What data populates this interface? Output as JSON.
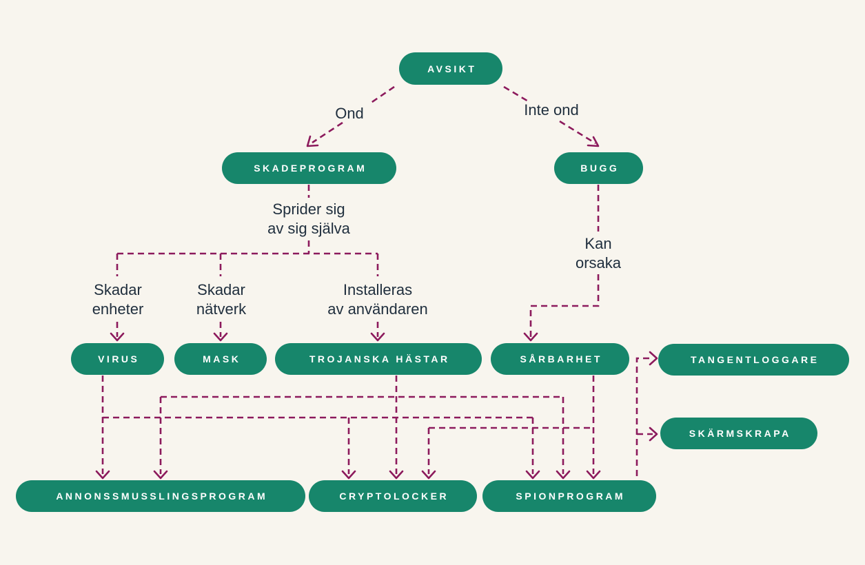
{
  "colors": {
    "background": "#F8F5EE",
    "node_fill": "#17866B",
    "node_text": "#FFFFFF",
    "edge": "#8C1A5C",
    "edge_label_text": "#1F2E3D"
  },
  "nodes": {
    "avsikt": {
      "label": "AVSIKT"
    },
    "skadeprogram": {
      "label": "SKADEPROGRAM"
    },
    "bugg": {
      "label": "BUGG"
    },
    "virus": {
      "label": "VIRUS"
    },
    "mask": {
      "label": "MASK"
    },
    "trojanska_hastar": {
      "label": "TROJANSKA HÄSTAR"
    },
    "sarbarhet": {
      "label": "SÅRBARHET"
    },
    "tangentloggare": {
      "label": "TANGENTLOGGARE"
    },
    "skarmskrapa": {
      "label": "SKÄRMSKRAPA"
    },
    "annonssmusslingsprogram": {
      "label": "ANNONSSMUSSLINGSPROGRAM"
    },
    "cryptolocker": {
      "label": "CRYPTOLOCKER"
    },
    "spionprogram": {
      "label": "SPIONPROGRAM"
    }
  },
  "edge_labels": {
    "ond": "Ond",
    "inte_ond": "Inte ond",
    "sprider_line1": "Sprider sig",
    "sprider_line2": "av sig själva",
    "skadar_enheter_line1": "Skadar",
    "skadar_enheter_line2": "enheter",
    "skadar_natverk_line1": "Skadar",
    "skadar_natverk_line2": "nätverk",
    "installeras_line1": "Installeras",
    "installeras_line2": "av användaren",
    "kan_orsaka_line1": "Kan",
    "kan_orsaka_line2": "orsaka"
  },
  "edges": [
    {
      "from": "AVSIKT",
      "to": "SKADEPROGRAM",
      "label": "Ond"
    },
    {
      "from": "AVSIKT",
      "to": "BUGG",
      "label": "Inte ond"
    },
    {
      "from": "SKADEPROGRAM",
      "to": "VIRUS",
      "labels": [
        "Sprider sig av sig själva",
        "Skadar enheter"
      ]
    },
    {
      "from": "SKADEPROGRAM",
      "to": "MASK",
      "labels": [
        "Sprider sig av sig själva",
        "Skadar nätverk"
      ]
    },
    {
      "from": "SKADEPROGRAM",
      "to": "TROJANSKA HÄSTAR",
      "labels": [
        "Sprider sig av sig själva",
        "Installeras av användaren"
      ]
    },
    {
      "from": "BUGG",
      "to": "SÅRBARHET",
      "label": "Kan orsaka"
    },
    {
      "from": "VIRUS",
      "to": "ANNONSSMUSSLINGSPROGRAM"
    },
    {
      "from": "VIRUS",
      "to": "CRYPTOLOCKER"
    },
    {
      "from": "VIRUS",
      "to": "SPIONPROGRAM"
    },
    {
      "from": "TROJANSKA HÄSTAR",
      "to": "ANNONSSMUSSLINGSPROGRAM"
    },
    {
      "from": "TROJANSKA HÄSTAR",
      "to": "CRYPTOLOCKER"
    },
    {
      "from": "TROJANSKA HÄSTAR",
      "to": "SPIONPROGRAM"
    },
    {
      "from": "SÅRBARHET",
      "to": "CRYPTOLOCKER"
    },
    {
      "from": "SÅRBARHET",
      "to": "SPIONPROGRAM"
    },
    {
      "from": "SPIONPROGRAM",
      "to": "TANGENTLOGGARE"
    },
    {
      "from": "SPIONPROGRAM",
      "to": "SKÄRMSKRAPA"
    }
  ]
}
